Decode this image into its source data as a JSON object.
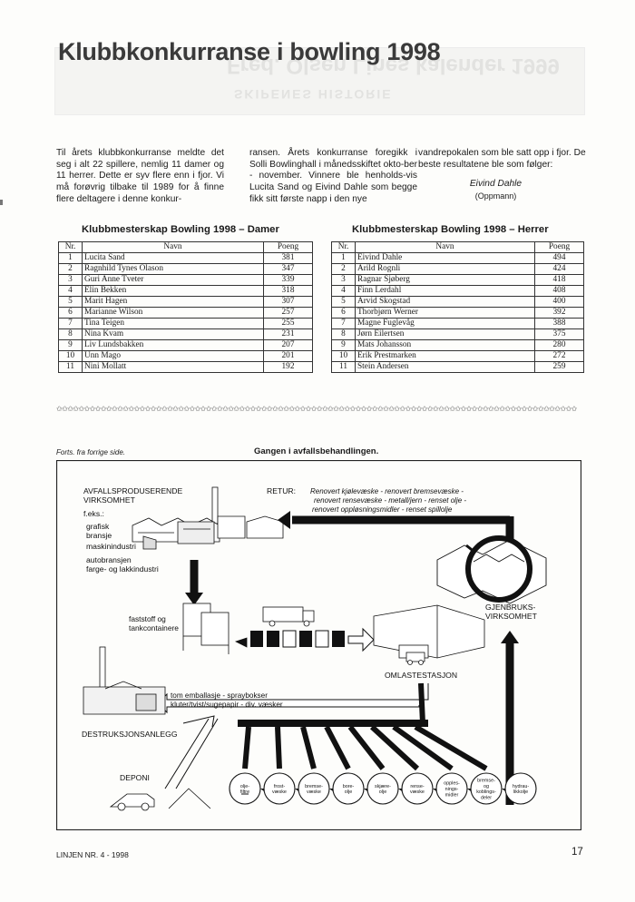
{
  "background_ghost": {
    "line1": "Fred. Olsen Lines kalender 1999",
    "line2": "SKIPENES HISTORIE"
  },
  "article": {
    "title": "Klubbkonkurranse i bowling 1998",
    "col1": "Til årets klubbkonkurranse meldte det seg i alt 22 spillere, nemlig 11 damer og 11 herrer. Dette er syv flere enn i fjor. Vi må forøvrig tilbake til 1989 for å finne flere deltagere i denne konkur-",
    "col2": "ransen. Årets konkurranse foregikk i Solli Bowlinghall i månedsskiftet okto-ber - november. Vinnere ble henholds-vis Lucita Sand og Eivind Dahle som begge fikk sitt første napp i den nye",
    "col3": "vandrepokalen som ble satt opp i fjor. De beste resultatene ble som følger:",
    "signature_name": "Eivind Dahle",
    "signature_role": "(Oppmann)"
  },
  "tables": {
    "damer": {
      "title": "Klubbmesterskap Bowling 1998 – Damer",
      "headers": [
        "Nr.",
        "Navn",
        "Poeng"
      ],
      "rows": [
        [
          "1",
          "Lucita Sand",
          "381"
        ],
        [
          "2",
          "Ragnhild Tynes Olason",
          "347"
        ],
        [
          "3",
          "Guri Anne Tveter",
          "339"
        ],
        [
          "4",
          "Elin Bekken",
          "318"
        ],
        [
          "5",
          "Marit Hagen",
          "307"
        ],
        [
          "6",
          "Marianne Wilson",
          "257"
        ],
        [
          "7",
          "Tina Teigen",
          "255"
        ],
        [
          "8",
          "Nina Kvam",
          "231"
        ],
        [
          "9",
          "Liv Lundsbakken",
          "207"
        ],
        [
          "10",
          "Unn Mago",
          "201"
        ],
        [
          "11",
          "Nini Mollatt",
          "192"
        ]
      ]
    },
    "herrer": {
      "title": "Klubbmesterskap Bowling 1998 – Herrer",
      "headers": [
        "Nr.",
        "Navn",
        "Poeng"
      ],
      "rows": [
        [
          "1",
          "Eivind Dahle",
          "494"
        ],
        [
          "2",
          "Arild Rognli",
          "424"
        ],
        [
          "3",
          "Ragnar Sjøberg",
          "418"
        ],
        [
          "4",
          "Finn Lerdahl",
          "408"
        ],
        [
          "5",
          "Arvid Skogstad",
          "400"
        ],
        [
          "6",
          "Thorbjørn Werner",
          "392"
        ],
        [
          "7",
          "Magne Fuglevåg",
          "388"
        ],
        [
          "8",
          "Jørn Eilertsen",
          "375"
        ],
        [
          "9",
          "Mats Johansson",
          "280"
        ],
        [
          "10",
          "Erik Prestmarken",
          "272"
        ],
        [
          "11",
          "Stein Andersen",
          "259"
        ]
      ]
    }
  },
  "separator": "✩✩✩✩✩✩✩✩✩✩✩✩✩✩✩✩✩✩✩✩✩✩✩✩✩✩✩✩✩✩✩✩✩✩✩✩✩✩✩✩✩✩✩✩✩✩✩✩✩✩✩✩✩✩✩✩✩✩✩✩✩✩✩✩✩✩✩✩✩✩✩✩✩✩✩✩✩✩✩✩✩✩✩✩✩✩✩✩✩✩✩✩✩✩",
  "figure": {
    "continued": "Forts. fra forrige side.",
    "title": "Gangen i avfallsbehandlingen.",
    "producer_l1": "AVFALLSPRODUSERENDE",
    "producer_l2": "VIRKSOMHET",
    "eks": "f.eks.:",
    "ex1": "grafisk",
    "ex2": "bransje",
    "ex3": "maskinindustri",
    "ex4": "autobransjen",
    "ex5": "farge- og lakkindustri",
    "retur_label": "RETUR:",
    "retur_l1": "Renovert kjølevæske - renovert bremsevæske -",
    "retur_l2": "renovert rensevæske - metall/jern - renset olje -",
    "retur_l3": "renovert oppløsningsmidler - renset spillolje",
    "containers_l1": "faststoff og",
    "containers_l2": "tankcontainere",
    "gjenbruk_l1": "GJENBRUKS-",
    "gjenbruk_l2": "VIRKSOMHET",
    "omlast": "OMLASTESTASJON",
    "empty_l1": "tom emballasje - spraybokser",
    "empty_l2": "kluter/tvist/sugepapir - div. væsker",
    "destruk": "DESTRUKSJONSANLEGG",
    "deponi": "DEPONI",
    "circles": [
      [
        "olje-",
        "filtre"
      ],
      [
        "frost-",
        "væske"
      ],
      [
        "bremse-",
        "væske"
      ],
      [
        "bore-",
        "olje"
      ],
      [
        "skjære-",
        "olje"
      ],
      [
        "rense-",
        "væske"
      ],
      [
        "opples-",
        "nings-",
        "midler"
      ],
      [
        "bremse-",
        "og",
        "koblings-",
        "deler"
      ],
      [
        "hydrau-",
        "likkolje"
      ]
    ]
  },
  "footer": {
    "issue": "LINJEN NR. 4 - 1998",
    "page": "17"
  }
}
